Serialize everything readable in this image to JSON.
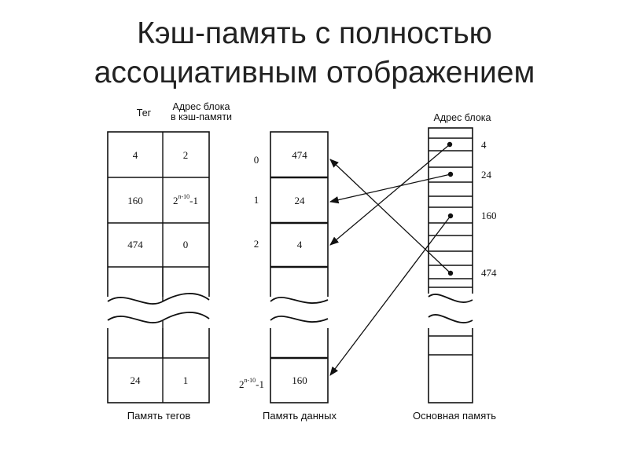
{
  "title": {
    "line1": "Кэш-память с полностью",
    "line2": "ассоциативным отображением"
  },
  "tag_memory": {
    "header_tag": "Тег",
    "header_addr_line1": "Адрес блока",
    "header_addr_line2": "в кэш-памяти",
    "caption": "Память тегов",
    "rows": [
      {
        "tag": "4",
        "addr": "2"
      },
      {
        "tag": "160",
        "addr_base": "2",
        "addr_sup": "n-10",
        "addr_tail": "-1"
      },
      {
        "tag": "474",
        "addr": "0"
      },
      {
        "tag": "24",
        "addr": "1"
      }
    ]
  },
  "data_memory": {
    "caption": "Память данных",
    "row_indices": [
      "0",
      "1",
      "2"
    ],
    "last_index": {
      "base": "2",
      "sup": "n-10",
      "tail": "-1"
    },
    "cells": [
      "474",
      "24",
      "4",
      "160"
    ]
  },
  "main_memory": {
    "header": "Адрес блока",
    "caption": "Основная память",
    "labels": [
      "4",
      "24",
      "160",
      "474"
    ]
  },
  "colors": {
    "line": "#111111",
    "background": "#ffffff"
  }
}
